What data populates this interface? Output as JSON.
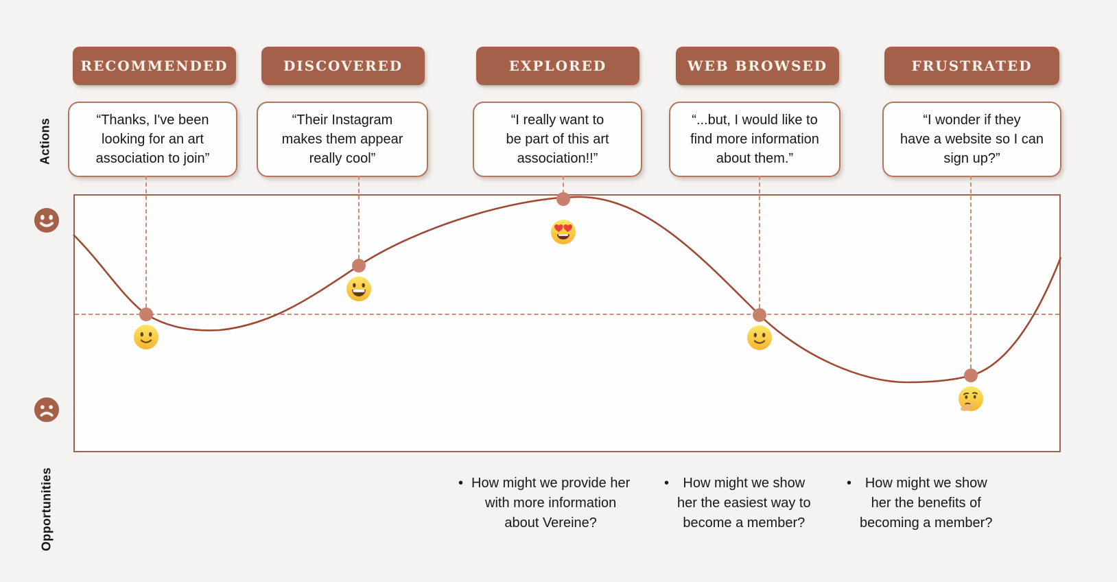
{
  "diagram_type": "customer-journey-map",
  "axis": {
    "actions_label": "Actions",
    "opportunities_label": "Opportunities",
    "positive_icon": "happy-face",
    "negative_icon": "sad-face"
  },
  "bullet_glyph": "•",
  "stages": [
    {
      "label": "RECOMMENDED",
      "quote": "“Thanks, I've been\nlooking for an art\nassociation to join”",
      "emoji": "slightly-smiling-face",
      "emotion_level": 0
    },
    {
      "label": "DISCOVERED",
      "quote": "“Their Instagram\nmakes them appear\nreally  cool”",
      "emoji": "grinning-face",
      "emotion_level": 0.41
    },
    {
      "label": "EXPLORED",
      "quote": "“I really want to\nbe part of this art\nassociation!!”",
      "emoji": "smiling-face-with-heart-eyes",
      "emotion_level": 0.94
    },
    {
      "label": "WEB BROWSED",
      "quote": "“...but, I would like to\nfind more information\nabout them.”",
      "emoji": "slightly-smiling-face",
      "emotion_level": 0
    },
    {
      "label": "FRUSTRATED",
      "quote": "“I wonder if they\nhave a website so I can\nsign up?”",
      "emoji": "thinking-face",
      "emotion_level": -0.44
    }
  ],
  "opportunities": [
    {
      "text": "How might we provide her\nwith more information\nabout Vereine?"
    },
    {
      "text": "How might we show\nher the easiest way to\nbecome a member?"
    },
    {
      "text": "How might we show\nher the benefits of\nbecoming a member?"
    }
  ],
  "colors": {
    "background": "#f4f3f1",
    "stage_button": "#a5604a",
    "stage_button_text": "#f8f2ea",
    "quote_border": "#b0765c",
    "chart_border": "#a5604a",
    "curve": "#9e4835",
    "dot": "#c9806b",
    "dashed_line": "#d28a73",
    "mood_icon": "#a5604a"
  }
}
